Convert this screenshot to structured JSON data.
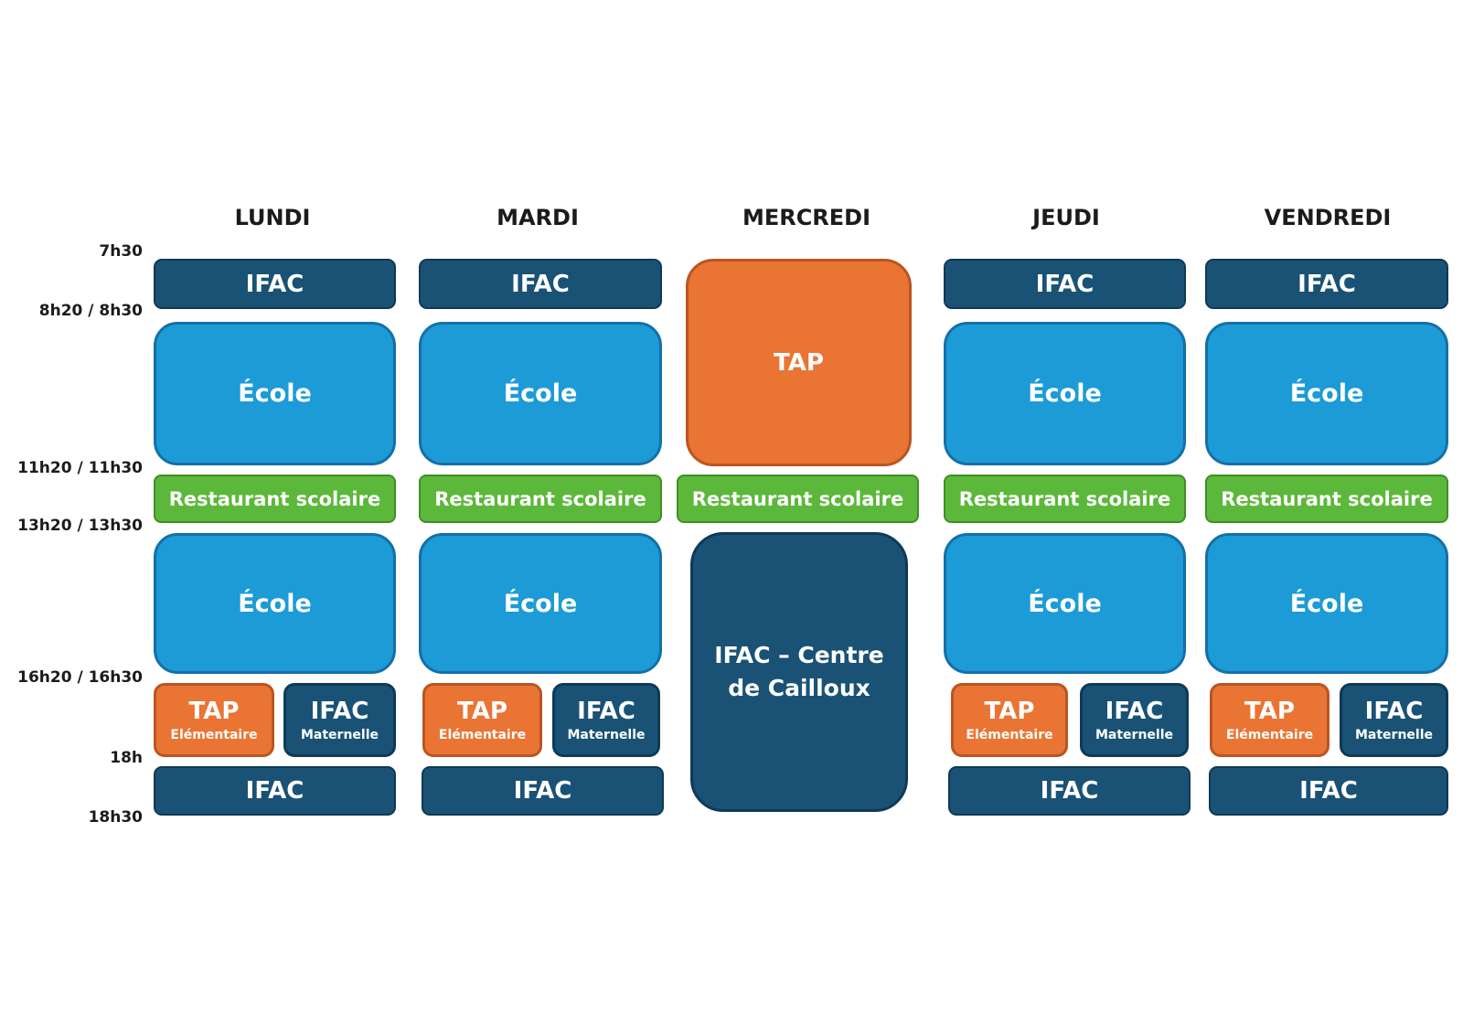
{
  "days": [
    "LUNDI",
    "MARDI",
    "MERCREDI",
    "JEUDI",
    "VENDREDI"
  ],
  "times": [
    "7h30",
    "8h20 / 8h30",
    "11h20 / 11h30",
    "13h20 / 13h30",
    "16h20 / 16h30",
    "18h",
    "18h30"
  ],
  "labels": {
    "ifac": "IFAC",
    "ecole": "École",
    "restaurant": "Restaurant scolaire",
    "tap": "TAP",
    "elementaire": "Elémentaire",
    "maternelle": "Maternelle",
    "centre_line1": "IFAC – Centre",
    "centre_line2": "de  Cailloux"
  },
  "colors": {
    "ifac": "#1a5276",
    "ecole": "#1c9bd7",
    "restaurant": "#5cb83a",
    "tap": "#ea7433"
  }
}
